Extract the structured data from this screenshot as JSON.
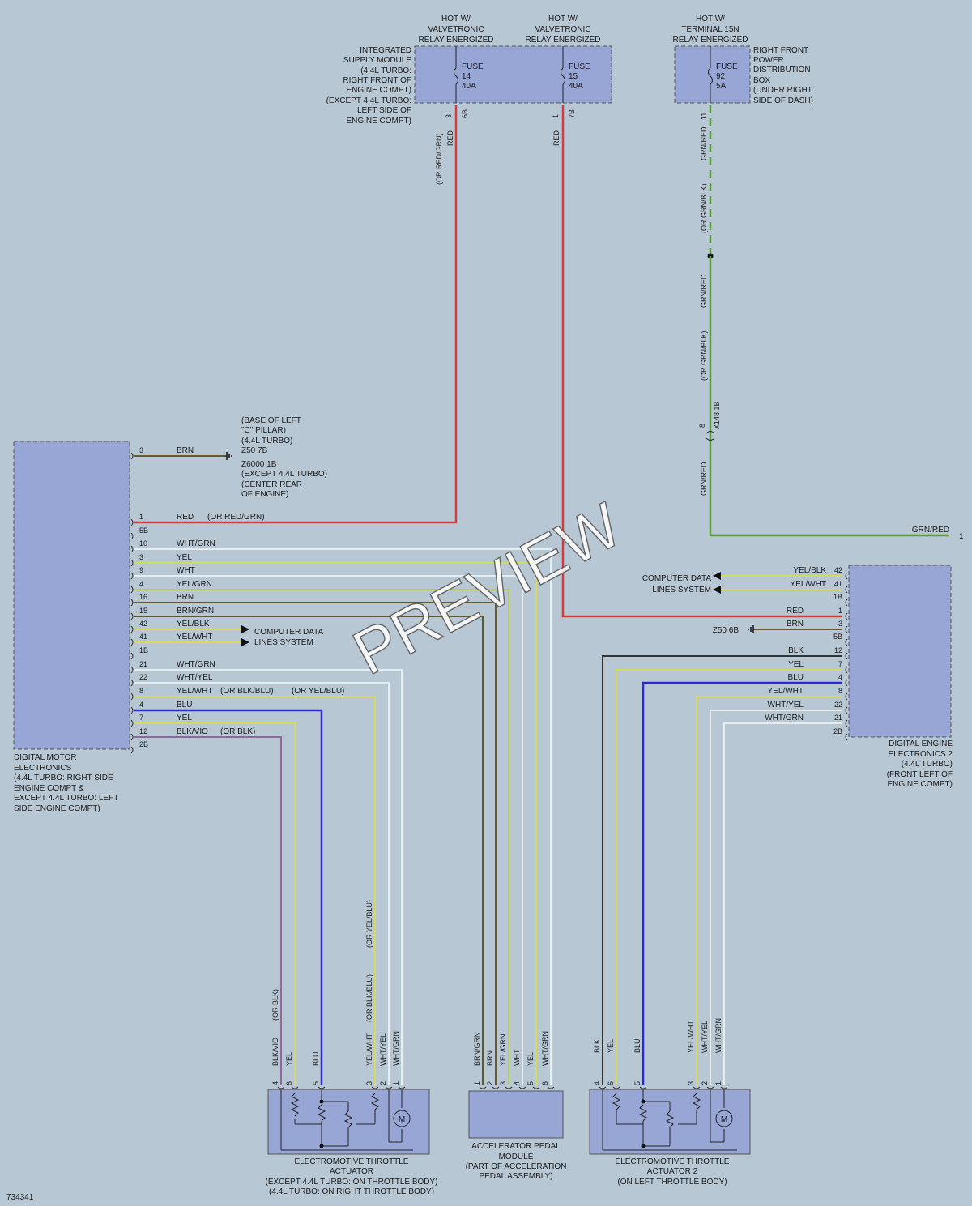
{
  "diagram_id": "734341",
  "watermark": "PREVIEW",
  "hot_feeds": {
    "hot1": [
      "HOT W/",
      "VALVETRONIC",
      "RELAY ENERGIZED"
    ],
    "hot2": [
      "HOT W/",
      "VALVETRONIC",
      "RELAY ENERGIZED"
    ],
    "hot3": [
      "HOT W/",
      "TERMINAL 15N",
      "RELAY ENERGIZED"
    ]
  },
  "fuses": {
    "f14": [
      "FUSE",
      "14",
      "40A"
    ],
    "f15": [
      "FUSE",
      "15",
      "40A"
    ],
    "f92": [
      "FUSE",
      "92",
      "5A"
    ]
  },
  "isu_label": [
    "INTEGRATED",
    "SUPPLY MODULE",
    "(4.4L TURBO:",
    "RIGHT FRONT OF",
    "ENGINE COMPT)",
    "(EXCEPT 4.4L TURBO:",
    "LEFT SIDE OF",
    "ENGINE COMPT)"
  ],
  "pdb_label": [
    "RIGHT FRONT",
    "POWER",
    "DISTRIBUTION",
    "BOX",
    "(UNDER RIGHT",
    "SIDE OF DASH)"
  ],
  "top_pins": {
    "p3": "3",
    "p6b": "6B",
    "p1": "1",
    "p7b": "7B",
    "p11": "11"
  },
  "top_wires": {
    "w1": "RED",
    "w1alt": "(OR RED/GRN)",
    "w2": "RED",
    "w3a": "GRN/RED",
    "w3a_alt": "(OR GRN/BLK)",
    "w3b": "GRN/RED",
    "w3b_alt": "(OR GRN/BLK)",
    "w3c": "GRN/RED"
  },
  "connector_x148": {
    "pin": "8",
    "name": "X148 1B"
  },
  "ground1": [
    "(BASE OF LEFT",
    "\"C\" PILLAR)",
    "(4.4L TURBO)",
    "Z50 7B",
    "Z6000 1B",
    "(EXCEPT 4.4L TURBO)",
    "(CENTER REAR",
    "OF ENGINE)"
  ],
  "dme1": {
    "label": [
      "DIGITAL MOTOR",
      "ELECTRONICS",
      "(4.4L TURBO: RIGHT SIDE",
      "ENGINE COMPT &",
      "EXCEPT 4.4L TURBO: LEFT",
      "SIDE ENGINE COMPT)"
    ],
    "pins": [
      {
        "pin": "3",
        "wire": "BRN",
        "alt": ""
      },
      {
        "pin": "1",
        "wire": "RED",
        "alt": "(OR RED/GRN)"
      },
      {
        "pin": "5B",
        "wire": "",
        "alt": ""
      },
      {
        "pin": "10",
        "wire": "WHT/GRN",
        "alt": ""
      },
      {
        "pin": "3",
        "wire": "YEL",
        "alt": ""
      },
      {
        "pin": "9",
        "wire": "WHT",
        "alt": ""
      },
      {
        "pin": "4",
        "wire": "YEL/GRN",
        "alt": ""
      },
      {
        "pin": "16",
        "wire": "BRN",
        "alt": ""
      },
      {
        "pin": "15",
        "wire": "BRN/GRN",
        "alt": ""
      },
      {
        "pin": "42",
        "wire": "YEL/BLK",
        "alt": ""
      },
      {
        "pin": "41",
        "wire": "YEL/WHT",
        "alt": ""
      },
      {
        "pin": "1B",
        "wire": "",
        "alt": ""
      },
      {
        "pin": "21",
        "wire": "WHT/GRN",
        "alt": ""
      },
      {
        "pin": "22",
        "wire": "WHT/YEL",
        "alt": ""
      },
      {
        "pin": "8",
        "wire": "YEL/WHT",
        "alt": "(OR BLK/BLU)",
        "alt2": "(OR YEL/BLU)"
      },
      {
        "pin": "4",
        "wire": "BLU",
        "alt": ""
      },
      {
        "pin": "7",
        "wire": "YEL",
        "alt": ""
      },
      {
        "pin": "12",
        "wire": "BLK/VIO",
        "alt": "(OR BLK)"
      },
      {
        "pin": "2B",
        "wire": "",
        "alt": ""
      }
    ],
    "computer_data": [
      "COMPUTER DATA",
      "LINES SYSTEM"
    ]
  },
  "dme2": {
    "label": [
      "DIGITAL ENGINE",
      "ELECTRONICS 2",
      "(4.4L TURBO)",
      "(FRONT LEFT OF",
      "ENGINE COMPT)"
    ],
    "pins": [
      {
        "pin": "42",
        "wire": "YEL/BLK"
      },
      {
        "pin": "41",
        "wire": "YEL/WHT"
      },
      {
        "pin": "1B",
        "wire": ""
      },
      {
        "pin": "1",
        "wire": "RED"
      },
      {
        "pin": "3",
        "wire": "BRN"
      },
      {
        "pin": "5B",
        "wire": ""
      },
      {
        "pin": "12",
        "wire": "BLK"
      },
      {
        "pin": "7",
        "wire": "YEL"
      },
      {
        "pin": "4",
        "wire": "BLU"
      },
      {
        "pin": "8",
        "wire": "YEL/WHT"
      },
      {
        "pin": "22",
        "wire": "WHT/YEL"
      },
      {
        "pin": "21",
        "wire": "WHT/GRN"
      },
      {
        "pin": "2B",
        "wire": ""
      }
    ],
    "computer_data": [
      "COMPUTER DATA",
      "LINES SYSTEM"
    ],
    "ground": "Z50 6B"
  },
  "grn_red_out": {
    "wire": "GRN/RED",
    "ref": "1"
  },
  "etc1": {
    "label": [
      "ELECTROMOTIVE THROTTLE",
      "ACTUATOR",
      "(EXCEPT 4.4L TURBO: ON THROTTLE BODY)",
      "(4.4L TURBO: ON RIGHT THROTTLE BODY)"
    ],
    "wires": [
      {
        "pin": "4",
        "wire": "BLK/VIO",
        "alt": "(OR BLK)"
      },
      {
        "pin": "6",
        "wire": "YEL",
        "alt": ""
      },
      {
        "pin": "5",
        "wire": "BLU",
        "alt": ""
      },
      {
        "pin": "3",
        "wire": "YEL/WHT",
        "alt": "(OR BLK/BLU)",
        "alt2": "(OR YEL/BLU)"
      },
      {
        "pin": "2",
        "wire": "WHT/YEL",
        "alt": ""
      },
      {
        "pin": "1",
        "wire": "WHT/GRN",
        "alt": ""
      }
    ],
    "motor": "M"
  },
  "apm": {
    "label": [
      "ACCELERATOR PEDAL",
      "MODULE",
      "(PART OF ACCELERATION",
      "PEDAL ASSEMBLY)"
    ],
    "wires": [
      {
        "pin": "1",
        "wire": "BRN/GRN"
      },
      {
        "pin": "2",
        "wire": "BRN"
      },
      {
        "pin": "3",
        "wire": "YEL/GRN"
      },
      {
        "pin": "4",
        "wire": "WHT"
      },
      {
        "pin": "5",
        "wire": "YEL"
      },
      {
        "pin": "6",
        "wire": "WHT/GRN"
      }
    ]
  },
  "etc2": {
    "label": [
      "ELECTROMOTIVE THROTTLE",
      "ACTUATOR 2",
      "(ON LEFT THROTTLE BODY)"
    ],
    "wires": [
      {
        "pin": "4",
        "wire": "BLK"
      },
      {
        "pin": "6",
        "wire": "YEL"
      },
      {
        "pin": "5",
        "wire": "BLU"
      },
      {
        "pin": "3",
        "wire": "YEL/WHT"
      },
      {
        "pin": "2",
        "wire": "WHT/YEL"
      },
      {
        "pin": "1",
        "wire": "WHT/GRN"
      }
    ],
    "motor": "M"
  },
  "colors": {
    "background": "#b8c7d4",
    "box_fill": "#98a6d6",
    "red": "#d63a3a",
    "green": "#5a9a3a",
    "yellow": "#d8d85a",
    "blue": "#2a2ad0",
    "brown": "#6a5a2a",
    "white": "#e8ecec",
    "violet": "#8a6a9a",
    "black": "#333333"
  }
}
